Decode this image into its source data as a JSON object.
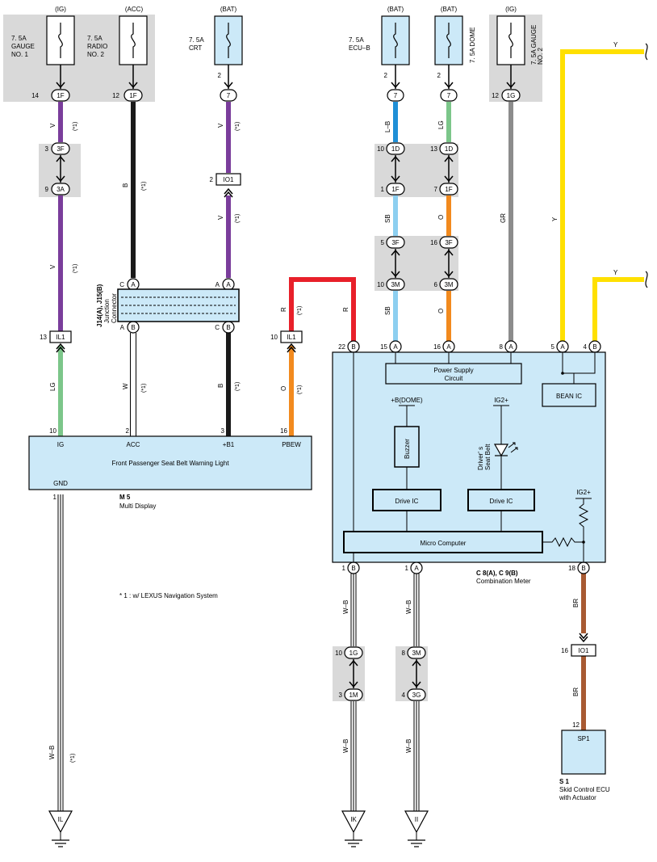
{
  "fuses": {
    "gauge1": {
      "source": "(IG)",
      "rating": "7. 5A",
      "name_line1": "GAUGE",
      "name_line2": "NO. 1"
    },
    "radio2": {
      "source": "(ACC)",
      "rating": "7. 5A",
      "name_line1": "RADIO",
      "name_line2": "NO. 2"
    },
    "crt": {
      "source": "(BAT)",
      "rating": "7. 5A",
      "name_line1": "CRT"
    },
    "ecub": {
      "source": "(BAT)",
      "rating": "7. 5A",
      "name_line1": "ECU–B"
    },
    "dome": {
      "source": "(BAT)",
      "label": "7. 5A DOME"
    },
    "gauge2": {
      "source": "(IG)",
      "label1": "7. 5A GAUGE",
      "label2": "NO. 2"
    }
  },
  "wires": {
    "V": "V",
    "B": "B",
    "W": "W",
    "LG": "LG",
    "R": "R",
    "O": "O",
    "LB": "L–B",
    "SB": "SB",
    "GR": "GR",
    "Y": "Y",
    "WB": "W–B",
    "BR": "BR",
    "star": "(*1)"
  },
  "colors": {
    "violet": "#7a3d9b",
    "black": "#1a1a1a",
    "white": "#ffffff",
    "lightgreen": "#7cc68a",
    "red": "#e8202a",
    "orange": "#f28a1e",
    "blue": "#1f8fd6",
    "skyblue": "#8dcff0",
    "gray": "#8c8c8c",
    "yellow": "#ffe000",
    "brown": "#a85a32",
    "box": "#cce9f8",
    "shade": "#d9d9d9"
  },
  "connectors": {
    "c1F": "1F",
    "c3F": "3F",
    "c3A": "3A",
    "cIL1": "IL1",
    "cIO1": "IO1",
    "c7": "7",
    "c2": "2",
    "c1D": "1D",
    "c3M": "3M",
    "c1G": "1G",
    "c1M": "1M",
    "c3G": "3G",
    "cA": "A",
    "cB": "B",
    "cC": "C"
  },
  "pins": {
    "p14": "14",
    "p12": "12",
    "p2": "2",
    "p3": "3",
    "p9": "9",
    "p10": "10",
    "p13": "13",
    "p1": "1",
    "p13b": "13",
    "p7": "7",
    "p5": "5",
    "p16": "16",
    "p6": "6",
    "p22": "22",
    "p15": "15",
    "p8": "8",
    "p4": "4",
    "p18": "18"
  },
  "junction": {
    "line1": "J14(A), J15(B)",
    "line2": "Junction",
    "line3": "Connector"
  },
  "multi_display": {
    "id": "M 5",
    "caption": "Multi Display",
    "title": "Front Passenger Seat Belt Warning Light",
    "terminals": [
      "IG",
      "ACC",
      "+B1",
      "PBEW"
    ],
    "gnd": "GND"
  },
  "meter": {
    "id": "C 8(A), C 9(B)",
    "caption": "Combination Meter",
    "power_supply": [
      "Power Supply",
      "Circuit"
    ],
    "bean_ic": "BEAN IC",
    "b_dome": "+B(DOME)",
    "ig2": "IG2+",
    "ig2b": "IG2+",
    "buzzer": "Buzzer",
    "drivers1": "Driver' s",
    "drivers2": "Seat Belt",
    "drive_ic": "Drive IC",
    "micro": "Micro Computer"
  },
  "skid": {
    "id": "S 1",
    "line1": "Skid Control ECU",
    "line2": "with Actuator",
    "pin_name": "SP1"
  },
  "footnote": "* 1 : w/ LEXUS Navigation System",
  "grounds": {
    "il": "IL",
    "ik": "IK",
    "ii": "II"
  }
}
